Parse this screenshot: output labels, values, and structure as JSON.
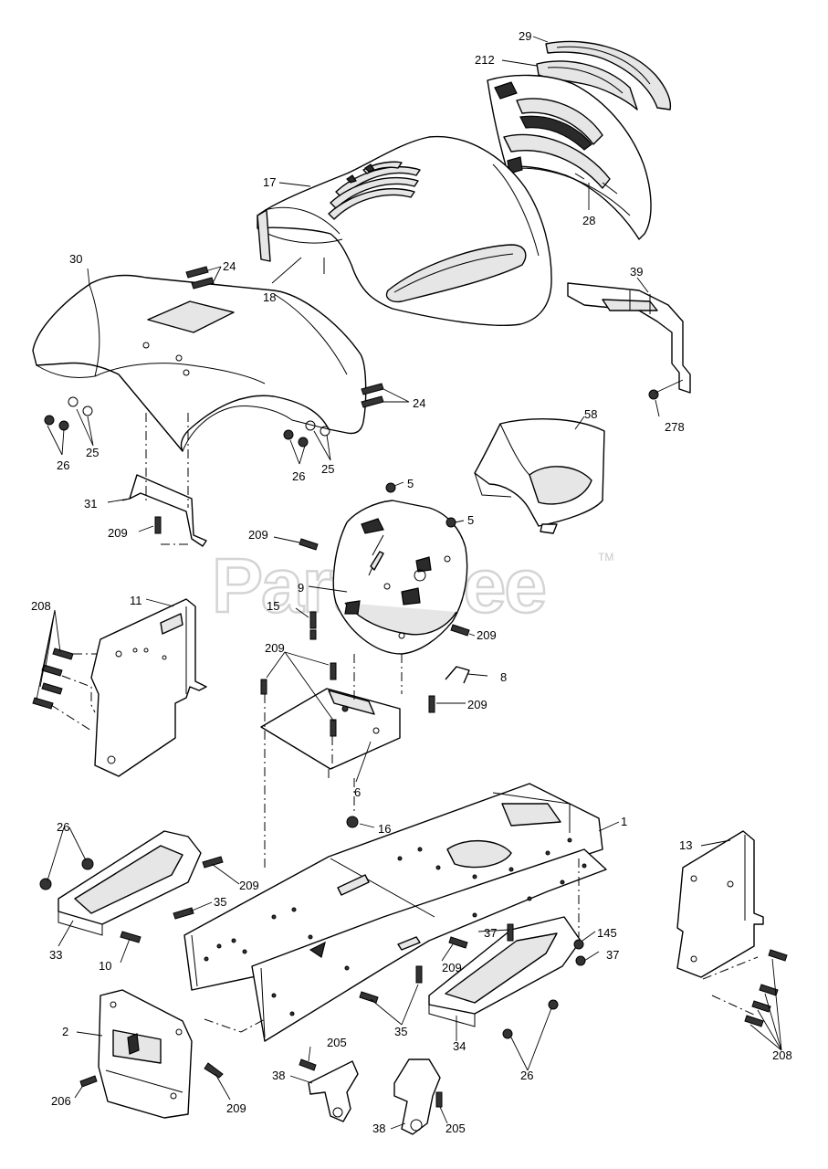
{
  "watermark": {
    "text": "PartsTree",
    "trademark": "TM"
  },
  "callouts": [
    {
      "id": "c-29",
      "text": "29"
    },
    {
      "id": "c-212",
      "text": "212"
    },
    {
      "id": "c-17",
      "text": "17"
    },
    {
      "id": "c-28",
      "text": "28"
    },
    {
      "id": "c-30",
      "text": "30"
    },
    {
      "id": "c-24a",
      "text": "24"
    },
    {
      "id": "c-18",
      "text": "18"
    },
    {
      "id": "c-39",
      "text": "39"
    },
    {
      "id": "c-24b",
      "text": "24"
    },
    {
      "id": "c-25a",
      "text": "25"
    },
    {
      "id": "c-26a",
      "text": "26"
    },
    {
      "id": "c-26b",
      "text": "26"
    },
    {
      "id": "c-25b",
      "text": "25"
    },
    {
      "id": "c-278",
      "text": "278"
    },
    {
      "id": "c-58",
      "text": "58"
    },
    {
      "id": "c-31",
      "text": "31"
    },
    {
      "id": "c-5a",
      "text": "5"
    },
    {
      "id": "c-5b",
      "text": "5"
    },
    {
      "id": "c-209a",
      "text": "209"
    },
    {
      "id": "c-209b",
      "text": "209"
    },
    {
      "id": "c-9",
      "text": "9"
    },
    {
      "id": "c-208a",
      "text": "208"
    },
    {
      "id": "c-11",
      "text": "11"
    },
    {
      "id": "c-15",
      "text": "15"
    },
    {
      "id": "c-209c",
      "text": "209"
    },
    {
      "id": "c-209d",
      "text": "209"
    },
    {
      "id": "c-8",
      "text": "8"
    },
    {
      "id": "c-209e",
      "text": "209"
    },
    {
      "id": "c-6",
      "text": "6"
    },
    {
      "id": "c-16",
      "text": "16"
    },
    {
      "id": "c-26c",
      "text": "26"
    },
    {
      "id": "c-1",
      "text": "1"
    },
    {
      "id": "c-13",
      "text": "13"
    },
    {
      "id": "c-209f",
      "text": "209"
    },
    {
      "id": "c-35a",
      "text": "35"
    },
    {
      "id": "c-33",
      "text": "33"
    },
    {
      "id": "c-10",
      "text": "10"
    },
    {
      "id": "c-37a",
      "text": "37"
    },
    {
      "id": "c-145",
      "text": "145"
    },
    {
      "id": "c-37b",
      "text": "37"
    },
    {
      "id": "c-209g",
      "text": "209"
    },
    {
      "id": "c-2",
      "text": "2"
    },
    {
      "id": "c-35b",
      "text": "35"
    },
    {
      "id": "c-34",
      "text": "34"
    },
    {
      "id": "c-208b",
      "text": "208"
    },
    {
      "id": "c-205a",
      "text": "205"
    },
    {
      "id": "c-38a",
      "text": "38"
    },
    {
      "id": "c-26d",
      "text": "26"
    },
    {
      "id": "c-206",
      "text": "206"
    },
    {
      "id": "c-209h",
      "text": "209"
    },
    {
      "id": "c-38b",
      "text": "38"
    },
    {
      "id": "c-205b",
      "text": "205"
    }
  ]
}
